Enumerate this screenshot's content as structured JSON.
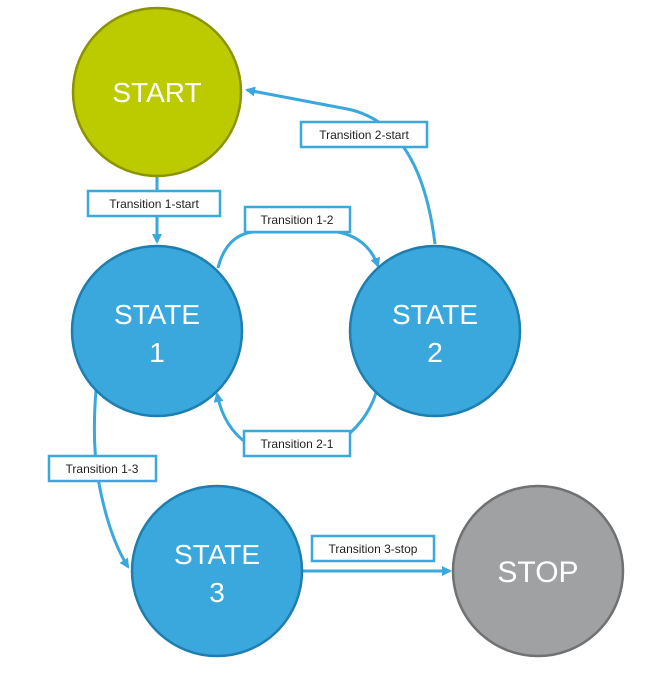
{
  "colors": {
    "start_fill": "#bccb00",
    "start_stroke": "#8a9400",
    "state_fill": "#3aa8dc",
    "state_stroke": "#1e7eb0",
    "stop_fill": "#a0a1a3",
    "stop_stroke": "#707173",
    "arrow": "#3aa8dc",
    "label_border": "#3aa8dc",
    "label_text": "#1f1f1f"
  },
  "nodes": {
    "start": {
      "line1": "START",
      "line2": ""
    },
    "state1": {
      "line1": "STATE",
      "line2": "1"
    },
    "state2": {
      "line1": "STATE",
      "line2": "2"
    },
    "state3": {
      "line1": "STATE",
      "line2": "3"
    },
    "stop": {
      "line1": "STOP",
      "line2": ""
    }
  },
  "transitions": {
    "t1_start": "Transition 1-start",
    "t1_2": "Transition 1-2",
    "t2_start": "Transition 2-start",
    "t2_1": "Transition 2-1",
    "t1_3": "Transition 1-3",
    "t3_stop": "Transition 3-stop"
  }
}
